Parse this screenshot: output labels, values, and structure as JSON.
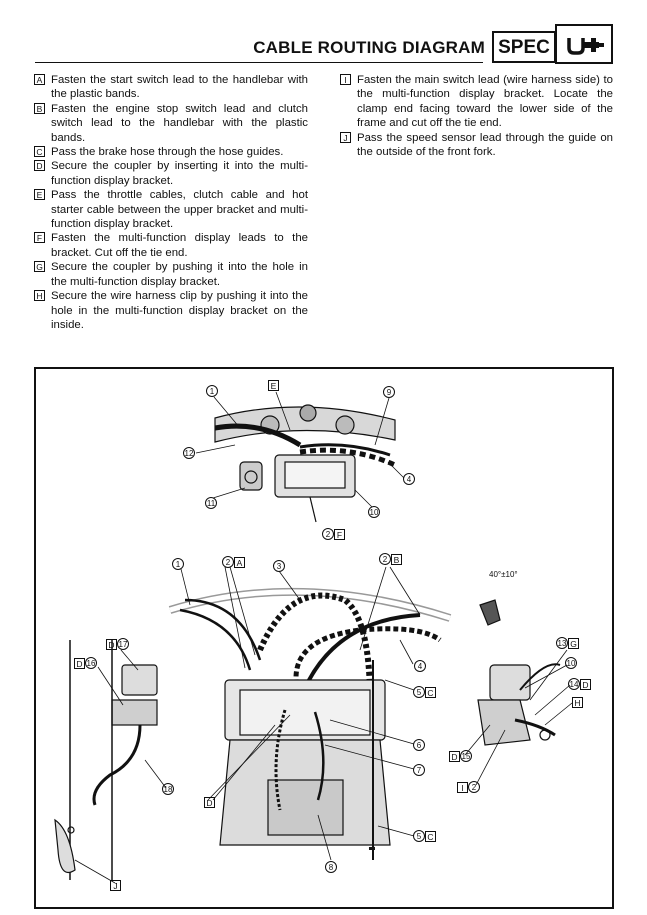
{
  "header": {
    "title": "CABLE ROUTING DIAGRAM",
    "spec_label": "SPEC"
  },
  "icon": "wrench-icon",
  "instructions_left": [
    {
      "label": "A",
      "text": "Fasten the start switch lead to the handlebar with the plastic bands."
    },
    {
      "label": "B",
      "text": "Fasten the engine stop switch lead and clutch switch lead to the handlebar with the plastic bands."
    },
    {
      "label": "C",
      "text": "Pass the brake hose through the hose guides."
    },
    {
      "label": "D",
      "text": "Secure the coupler by inserting it into the multi-function display bracket."
    },
    {
      "label": "E",
      "text": "Pass the throttle cables, clutch cable and hot starter cable between the upper bracket and multi-function display bracket."
    },
    {
      "label": "F",
      "text": "Fasten the multi-function display leads to the bracket. Cut off the tie end."
    },
    {
      "label": "G",
      "text": "Secure the coupler by pushing it into the hole in the multi-function display bracket."
    },
    {
      "label": "H",
      "text": "Secure the wire harness clip by pushing it into the hole in the multi-function display bracket on the inside."
    }
  ],
  "instructions_right": [
    {
      "label": "I",
      "text": "Fasten the main switch lead (wire harness side) to the multi-function display bracket. Locate the clamp end facing toward the lower side of the frame and cut off the tie end."
    },
    {
      "label": "J",
      "text": "Pass the speed sensor lead through the guide on the outside of the front fork."
    }
  ],
  "diagram": {
    "angle_label": "40°±10°",
    "callouts": {
      "c1a": "1",
      "cE": "E",
      "c9": "9",
      "c12": "12",
      "c4a": "4",
      "c11": "11",
      "c10a": "10",
      "c2F_n": "2",
      "c2F_l": "F",
      "c1b": "1",
      "c2A_n": "2",
      "c2A_l": "A",
      "c3": "3",
      "c2B_n": "2",
      "c2B_l": "B",
      "c4b": "4",
      "c5Ca_n": "5",
      "c5Ca_l": "C",
      "c6": "6",
      "c7": "7",
      "c8": "8",
      "c5Cb_n": "5",
      "c5Cb_l": "C",
      "cD": "D",
      "cD17_l": "D",
      "cD17_n": "17",
      "cD16_l": "D",
      "cD16_n": "16",
      "c18": "18",
      "cJ": "J",
      "c13G_n": "13",
      "c13G_l": "G",
      "c10b": "10",
      "c14D_n": "14",
      "c14D_l": "D",
      "cH": "H",
      "cD15_l": "D",
      "cD15_n": "15",
      "cI2_l": "I",
      "cI2_n": "2"
    }
  }
}
